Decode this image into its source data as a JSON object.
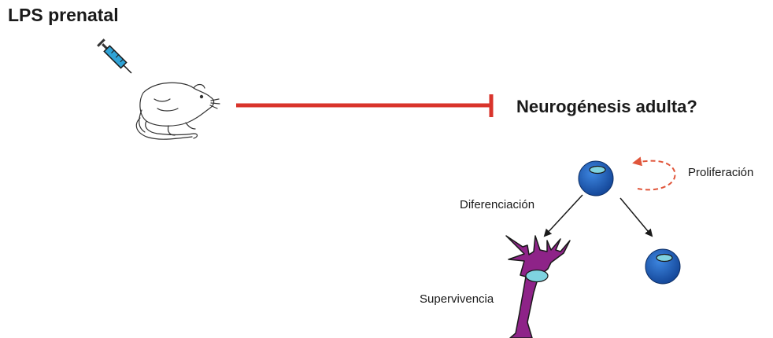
{
  "diagram": {
    "title": "LPS prenatal",
    "question": "Neurogénesis adulta?",
    "labels": {
      "proliferation": "Proliferación",
      "differentiation": "Diferenciación",
      "survival": "Supervivencia"
    },
    "colors": {
      "inhibition": "#d9342b",
      "stem_cell": "#1f5fb5",
      "nucleus": "#7fd3e0",
      "neuron": "#8e2388",
      "syringe": "#2fa3d6"
    },
    "icons": [
      "syringe-icon",
      "rat-icon",
      "stem-cell",
      "neuron-icon"
    ]
  }
}
